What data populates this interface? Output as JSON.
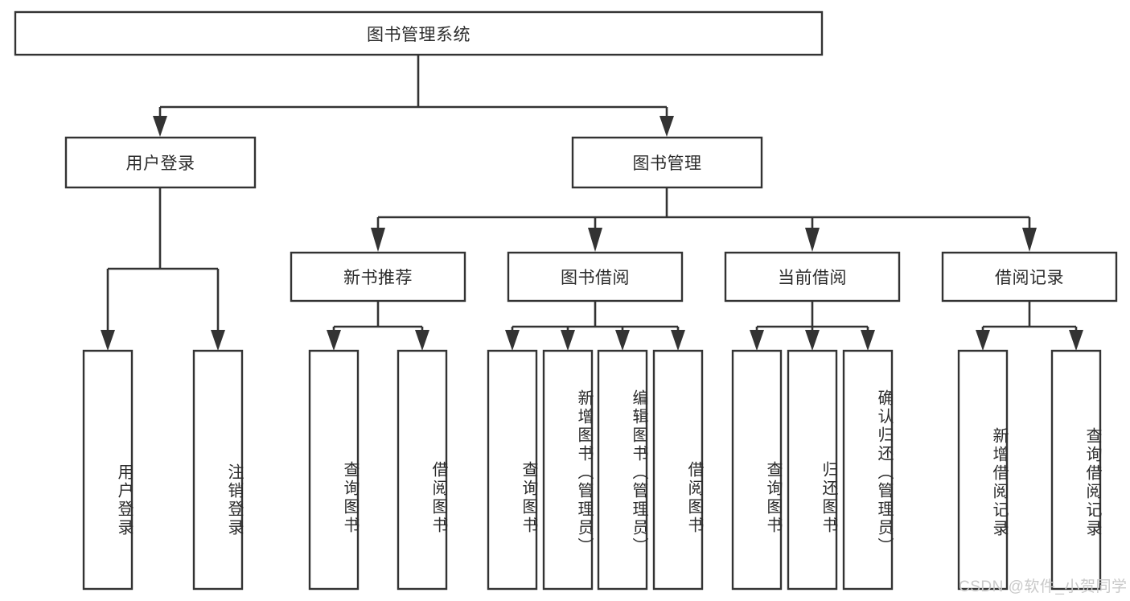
{
  "diagram": {
    "type": "hierarchy-tree",
    "title": "图书管理系统",
    "orientation": "top-down",
    "colors": {
      "box_stroke": "#333333",
      "box_fill": "#ffffff",
      "text": "#2b2b2b",
      "background": "#ffffff",
      "watermark": "#c9c9c9"
    }
  },
  "nodes": {
    "root": {
      "label": "图书管理系统",
      "level": 1,
      "orientation": "horizontal"
    },
    "level2": [
      {
        "id": "user-login",
        "label": "用户登录",
        "orientation": "horizontal"
      },
      {
        "id": "book-management",
        "label": "图书管理",
        "orientation": "horizontal"
      }
    ],
    "level3": [
      {
        "id": "new-book-recommend",
        "label": "新书推荐",
        "parent": "book-management",
        "orientation": "horizontal"
      },
      {
        "id": "book-borrow",
        "label": "图书借阅",
        "parent": "book-management",
        "orientation": "horizontal"
      },
      {
        "id": "current-borrow",
        "label": "当前借阅",
        "parent": "book-management",
        "orientation": "horizontal"
      },
      {
        "id": "borrow-record",
        "label": "借阅记录",
        "parent": "book-management",
        "orientation": "horizontal"
      }
    ],
    "leaves": [
      {
        "id": "leaf-user-login",
        "label": "用户登录",
        "parent": "user-login",
        "orientation": "vertical"
      },
      {
        "id": "leaf-user-logout",
        "label": "注销登录",
        "parent": "user-login",
        "orientation": "vertical"
      },
      {
        "id": "leaf-query-book-1",
        "label": "查询图书",
        "parent": "new-book-recommend",
        "orientation": "vertical"
      },
      {
        "id": "leaf-borrow-book-1",
        "label": "借阅图书",
        "parent": "new-book-recommend",
        "orientation": "vertical"
      },
      {
        "id": "leaf-query-book-2",
        "label": "查询图书",
        "parent": "book-borrow",
        "orientation": "vertical"
      },
      {
        "id": "leaf-add-book",
        "label": "新增图书（管理员）",
        "parent": "book-borrow",
        "orientation": "vertical"
      },
      {
        "id": "leaf-edit-book",
        "label": "编辑图书（管理员）",
        "parent": "book-borrow",
        "orientation": "vertical"
      },
      {
        "id": "leaf-borrow-book-2",
        "label": "借阅图书",
        "parent": "book-borrow",
        "orientation": "vertical"
      },
      {
        "id": "leaf-query-book-3",
        "label": "查询图书",
        "parent": "current-borrow",
        "orientation": "vertical"
      },
      {
        "id": "leaf-return-book",
        "label": "归还图书",
        "parent": "current-borrow",
        "orientation": "vertical"
      },
      {
        "id": "leaf-confirm-return",
        "label": "确认归还（管理员）",
        "parent": "current-borrow",
        "orientation": "vertical"
      },
      {
        "id": "leaf-add-record",
        "label": "新增借阅记录",
        "parent": "borrow-record",
        "orientation": "vertical"
      },
      {
        "id": "leaf-query-record",
        "label": "查询借阅记录",
        "parent": "borrow-record",
        "orientation": "vertical"
      }
    ]
  },
  "watermark": {
    "text": "CSDN @软件_小贺同学"
  }
}
